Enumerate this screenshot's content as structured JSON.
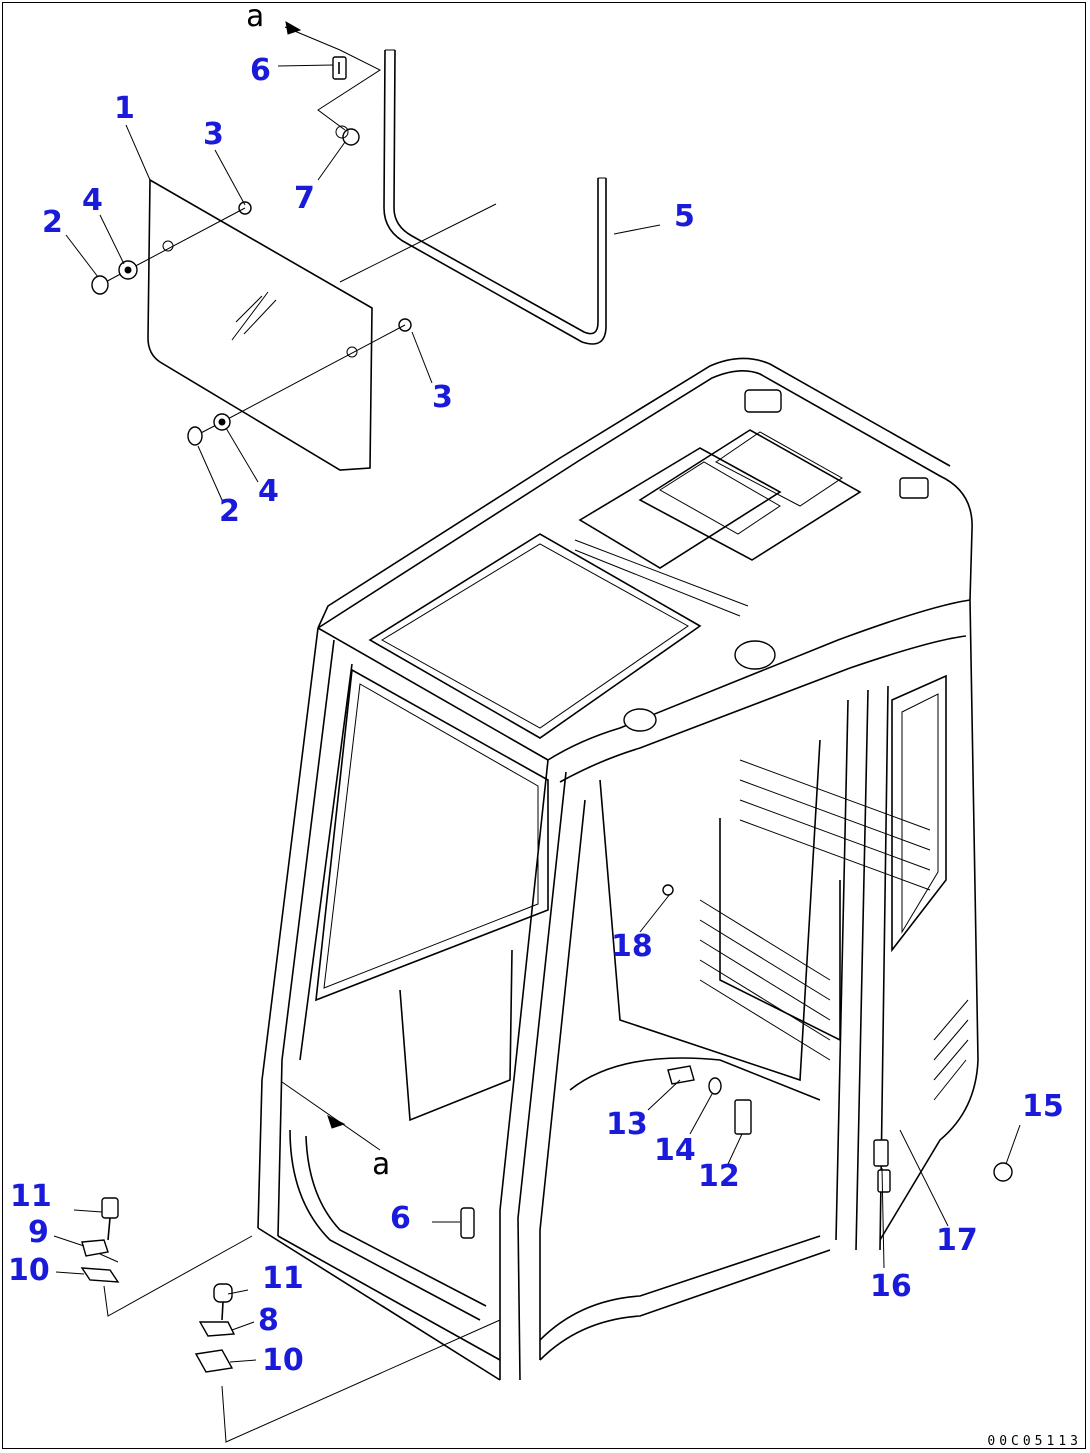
{
  "callouts": {
    "c1": "1",
    "c2a": "2",
    "c2b": "2",
    "c3a": "3",
    "c3b": "3",
    "c4a": "4",
    "c4b": "4",
    "c5": "5",
    "c6a": "6",
    "c6b": "6",
    "c7": "7",
    "c8": "8",
    "c9": "9",
    "c10a": "10",
    "c10b": "10",
    "c11a": "11",
    "c11b": "11",
    "c12": "12",
    "c13": "13",
    "c14": "14",
    "c15": "15",
    "c16": "16",
    "c17": "17",
    "c18": "18"
  },
  "detail_marks": {
    "top": "a",
    "cab": "a"
  },
  "drawing_code": "00C05113",
  "colors": {
    "callout": "#1a1adb",
    "line": "#000000",
    "background": "#ffffff"
  }
}
